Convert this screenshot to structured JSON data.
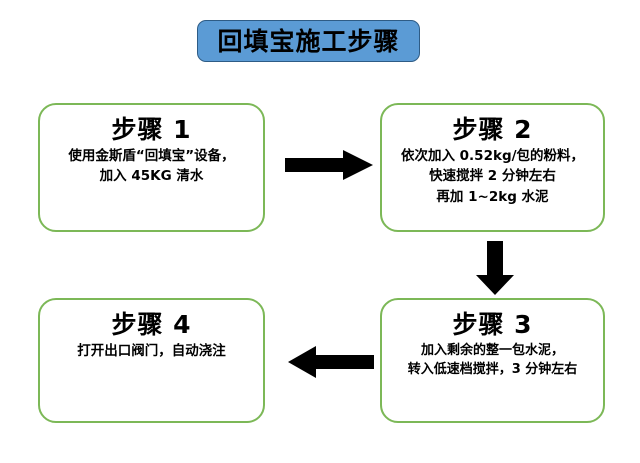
{
  "document": {
    "title": "回填宝施工步骤",
    "background_color": "#ffffff"
  },
  "theme": {
    "title_fill": "#5B9BD5",
    "title_border": "#2E5C86",
    "box_border": "#7CB857",
    "box_fill": "#ffffff",
    "arrow_color": "#000000",
    "text_color": "#000000"
  },
  "flowchart": {
    "type": "process-flow",
    "layout": "z-pattern-2x2",
    "steps": [
      {
        "id": "step-1",
        "heading": "步骤 1",
        "lines": [
          "使用金斯盾“回填宝”设备，",
          "加入 45KG 清水"
        ]
      },
      {
        "id": "step-2",
        "heading": "步骤 2",
        "lines": [
          "依次加入 0.52kg/包的粉料，",
          "快速搅拌 2 分钟左右",
          "再加 1~2kg 水泥"
        ]
      },
      {
        "id": "step-3",
        "heading": "步骤 3",
        "lines": [
          "加入剩余的整一包水泥，",
          "转入低速档搅拌，3 分钟左右"
        ]
      },
      {
        "id": "step-4",
        "heading": "步骤 4",
        "lines": [
          "打开出口阀门，自动浇注"
        ]
      }
    ],
    "connectors": [
      {
        "id": "arrow-1-2",
        "from": "step-1",
        "to": "step-2",
        "direction": "right",
        "icon": "arrow-right-icon"
      },
      {
        "id": "arrow-2-3",
        "from": "step-2",
        "to": "step-3",
        "direction": "down",
        "icon": "arrow-down-icon"
      },
      {
        "id": "arrow-3-4",
        "from": "step-3",
        "to": "step-4",
        "direction": "left",
        "icon": "arrow-left-icon"
      }
    ]
  }
}
